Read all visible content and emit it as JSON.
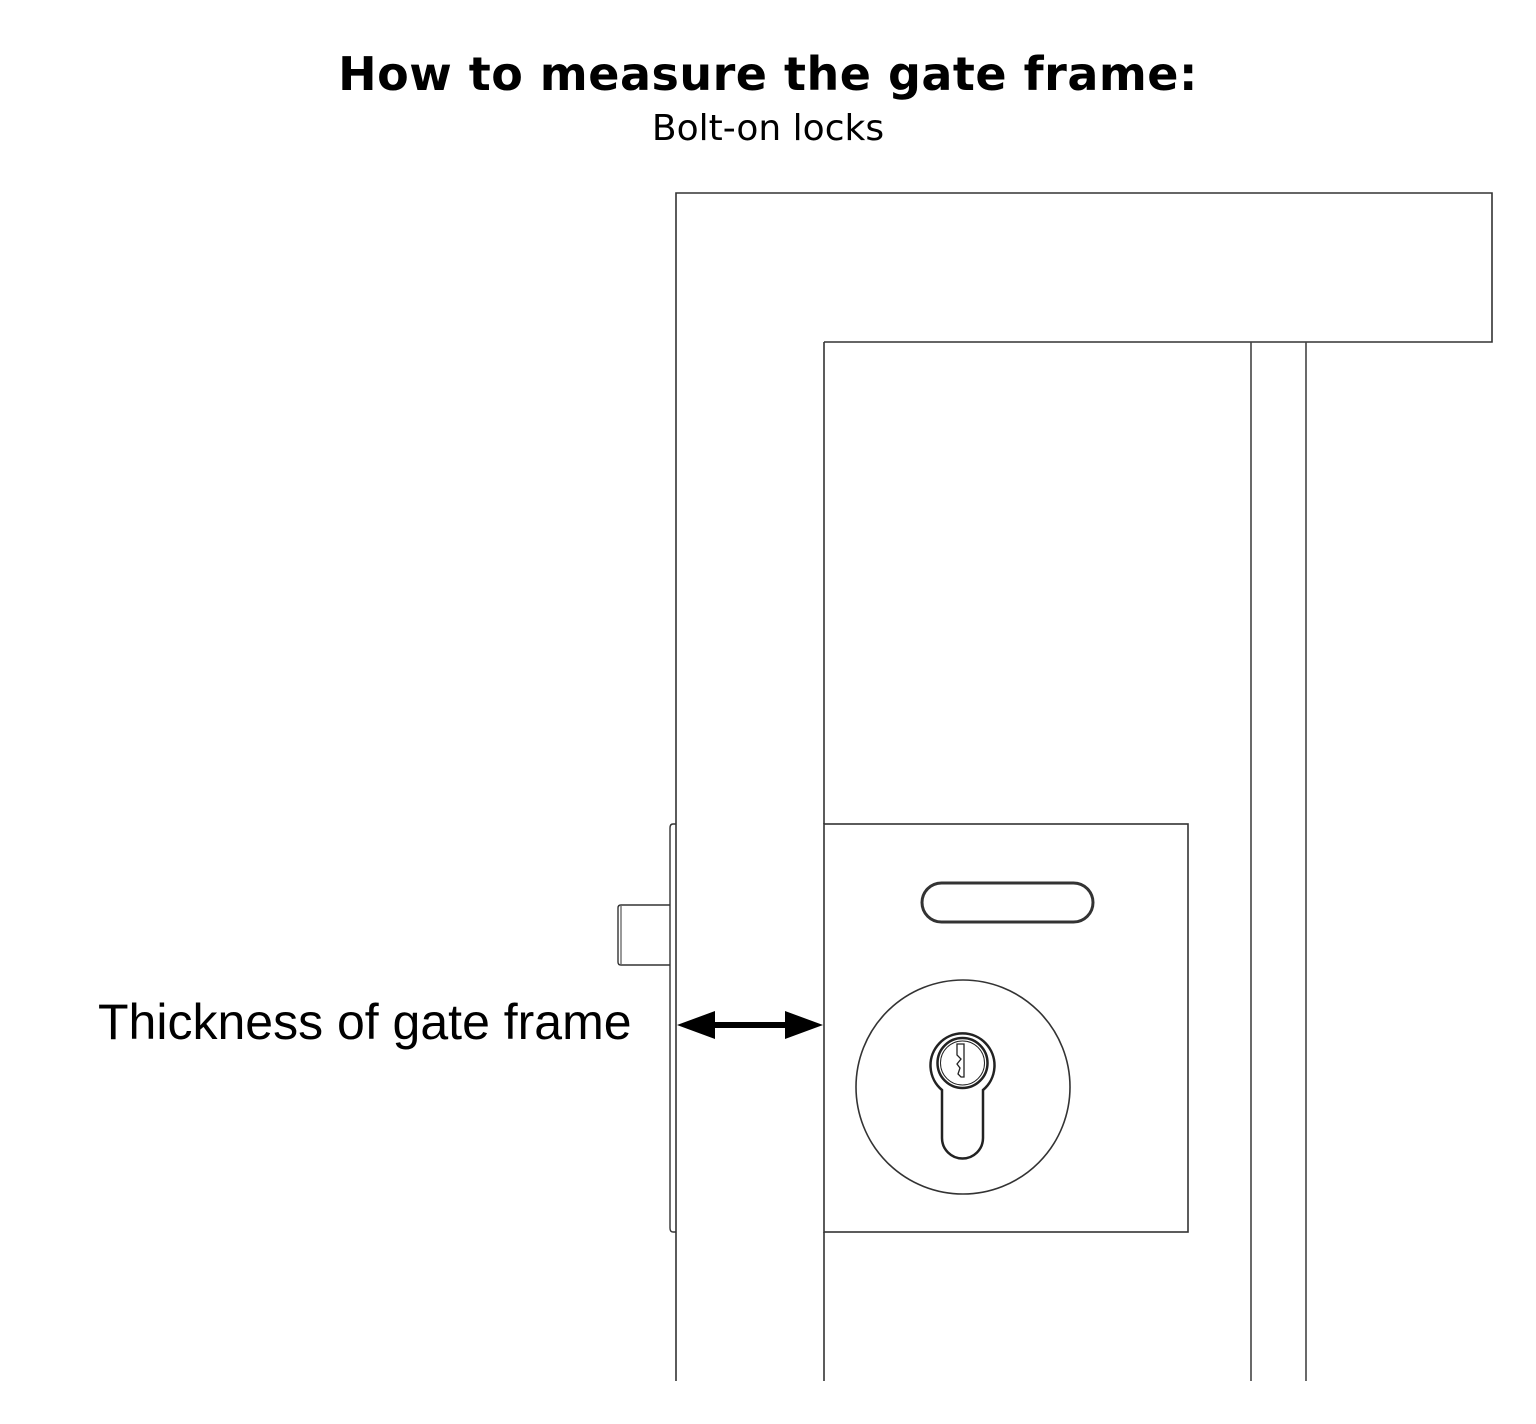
{
  "header": {
    "title": "How to measure the gate frame:",
    "subtitle": "Bolt-on locks"
  },
  "annotation": {
    "label": "Thickness of gate frame",
    "arrow": "double-headed-arrow"
  },
  "colors": {
    "line": "#333333",
    "text": "#000000",
    "background": "#ffffff"
  },
  "drawing": {
    "elements": [
      "gate-frame-outer",
      "gate-frame-inner",
      "gate-infill-bar",
      "lock-plate",
      "lock-side-plate",
      "lock-bolt",
      "handle-slot",
      "escutcheon-rose",
      "euro-cylinder-keyhole",
      "key-icon"
    ]
  }
}
